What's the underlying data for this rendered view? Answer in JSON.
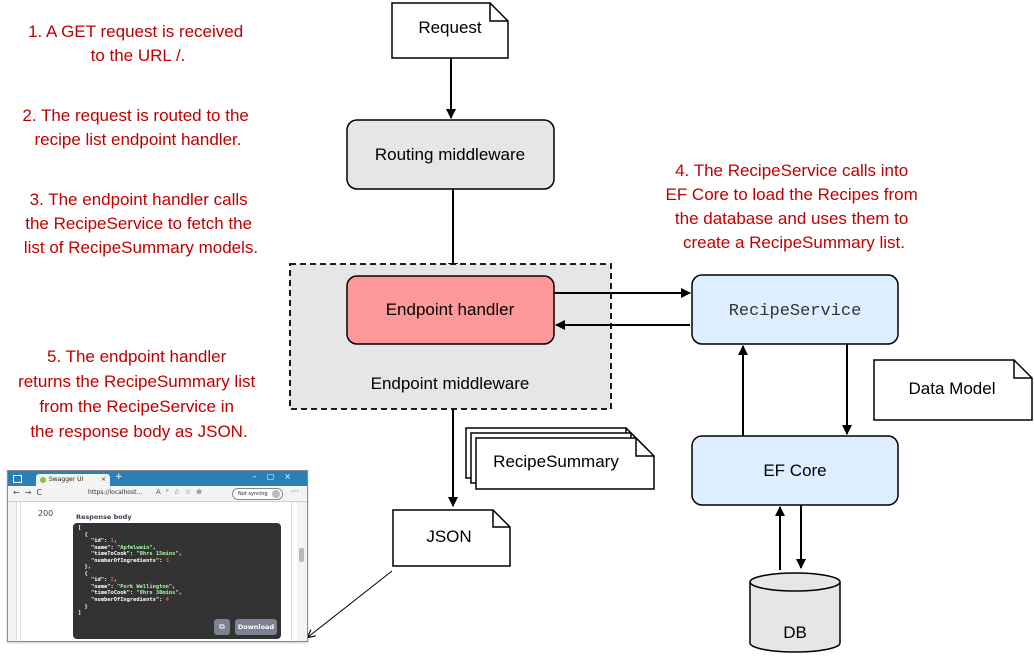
{
  "notes": {
    "step1": [
      "1. A GET request is received",
      "to the URL /."
    ],
    "step2": [
      "2. The request is routed to the",
      "recipe list endpoint handler."
    ],
    "step3": [
      "3. The endpoint handler calls",
      "the RecipeService to fetch the",
      "list of RecipeSummary models."
    ],
    "step4": [
      "4. The RecipeService calls into",
      "EF Core to load the Recipes from",
      "the database and uses them to",
      "create a RecipeSummary list."
    ],
    "step5": [
      "5. The endpoint handler",
      "returns the RecipeSummary list",
      "from the RecipeService in",
      "the response body as JSON."
    ]
  },
  "nodes": {
    "request": "Request",
    "routing": "Routing middleware",
    "endpoint_handler": "Endpoint handler",
    "endpoint_middleware": "Endpoint middleware",
    "recipe_service": "RecipeService",
    "data_model": "Data Model",
    "recipe_summary": "RecipeSummary",
    "ef_core": "EF Core",
    "json": "JSON",
    "db": "DB"
  },
  "colors": {
    "note_text": "#c00000",
    "routing_fill": "#e6e6e6",
    "handler_fill": "#ff9999",
    "middleware_fill": "#e6e6e6",
    "service_fill": "#ddeeff"
  },
  "browser": {
    "tab_title": "Swagger UI",
    "tab_close": "×",
    "new_tab": "+",
    "window_buttons": "–▢×",
    "nav_buttons": "←→C",
    "url": "https://localhost...",
    "url_icons": "A⁰☆☆⊕",
    "sync_label": "Not syncing",
    "more": "···",
    "status_code": "200",
    "response_label": "Response body",
    "copy_icon": "⧉",
    "download_label": "Download",
    "json_lines": [
      [
        "[",
        ""
      ],
      [
        "  {",
        ""
      ],
      [
        "    \"id\": ",
        "1",
        "n"
      ],
      [
        "    \"name\": ",
        "\"Apfelwein\"",
        "s"
      ],
      [
        "    \"timeToCook\": ",
        "\"0hrs 15mins\"",
        "s"
      ],
      [
        "    \"numberOfIngredients\": ",
        "3",
        "n"
      ],
      [
        "  },",
        ""
      ],
      [
        "  {",
        ""
      ],
      [
        "    \"id\": ",
        "2",
        "n"
      ],
      [
        "    \"name\": ",
        "\"Pork Wellington\"",
        "s"
      ],
      [
        "    \"timeToCook\": ",
        "\"0hrs 30mins\"",
        "s"
      ],
      [
        "    \"numberOfIngredients\": ",
        "4",
        "n"
      ],
      [
        "  }",
        ""
      ],
      [
        "]",
        ""
      ]
    ]
  }
}
